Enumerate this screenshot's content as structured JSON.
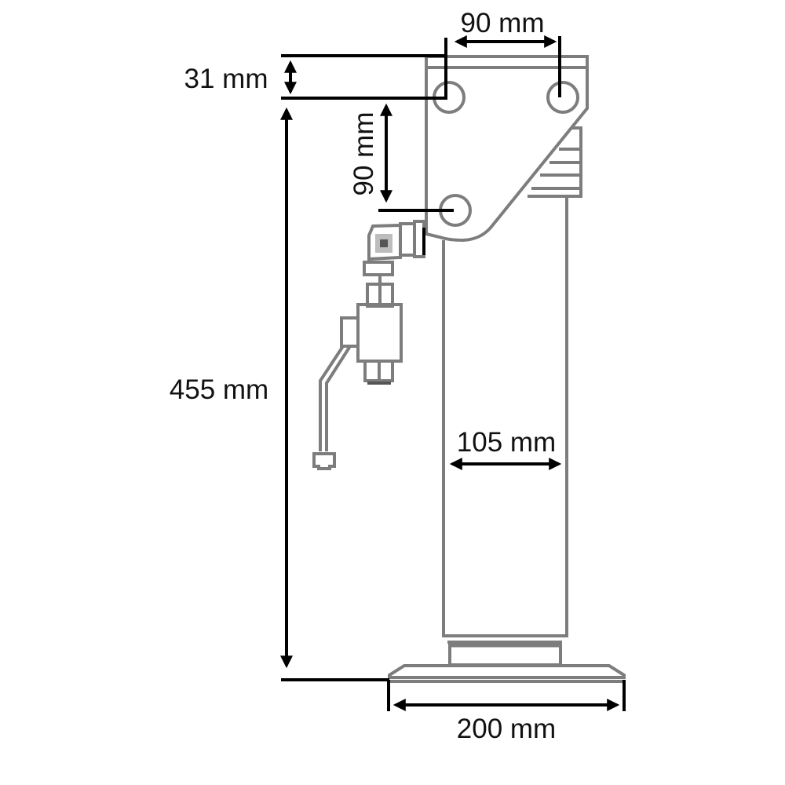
{
  "dimensions": {
    "top_hole_spacing": "90 mm",
    "plate_offset": "31 mm",
    "vertical_hole_spacing": "90 mm",
    "total_height": "455 mm",
    "tube_width": "105 mm",
    "base_width": "200 mm"
  },
  "colors": {
    "part_stroke": "#7d7d7d",
    "dimension_stroke": "#000000"
  }
}
